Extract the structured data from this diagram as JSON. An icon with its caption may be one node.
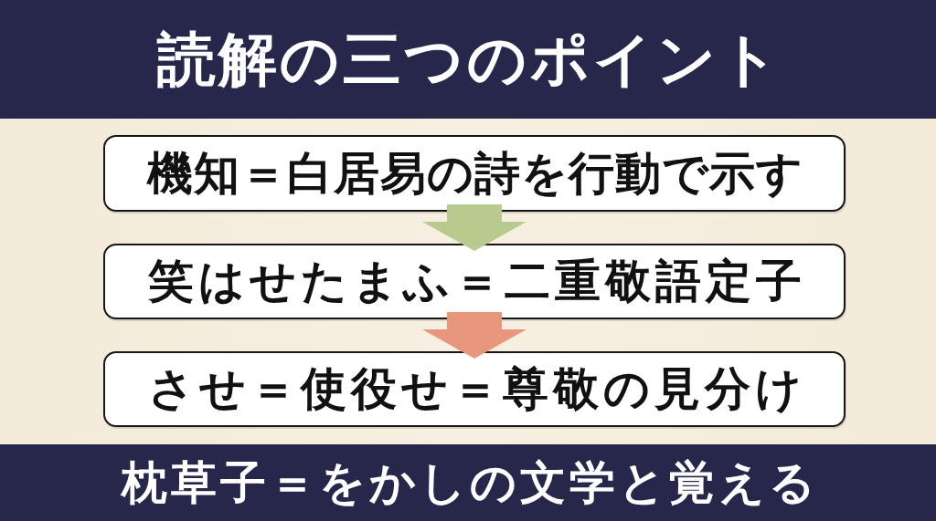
{
  "diagram": {
    "title": "読解の三つのポイント",
    "nodes": [
      {
        "text": [
          "機知＝白居易の詩を行動で示す"
        ]
      },
      {
        "text": [
          "笑はせたまふ＝二重敬語定子"
        ]
      },
      {
        "text": [
          "させ＝使役せ＝尊敬の見分け"
        ]
      }
    ],
    "edges": [
      {
        "from": 0,
        "to": 1,
        "arrow": "to",
        "color": "#b9ca8f"
      },
      {
        "from": 1,
        "to": 2,
        "arrow": "to",
        "color": "#e8977c"
      }
    ],
    "caption": "枕草子＝をかしの文学と覚える"
  }
}
